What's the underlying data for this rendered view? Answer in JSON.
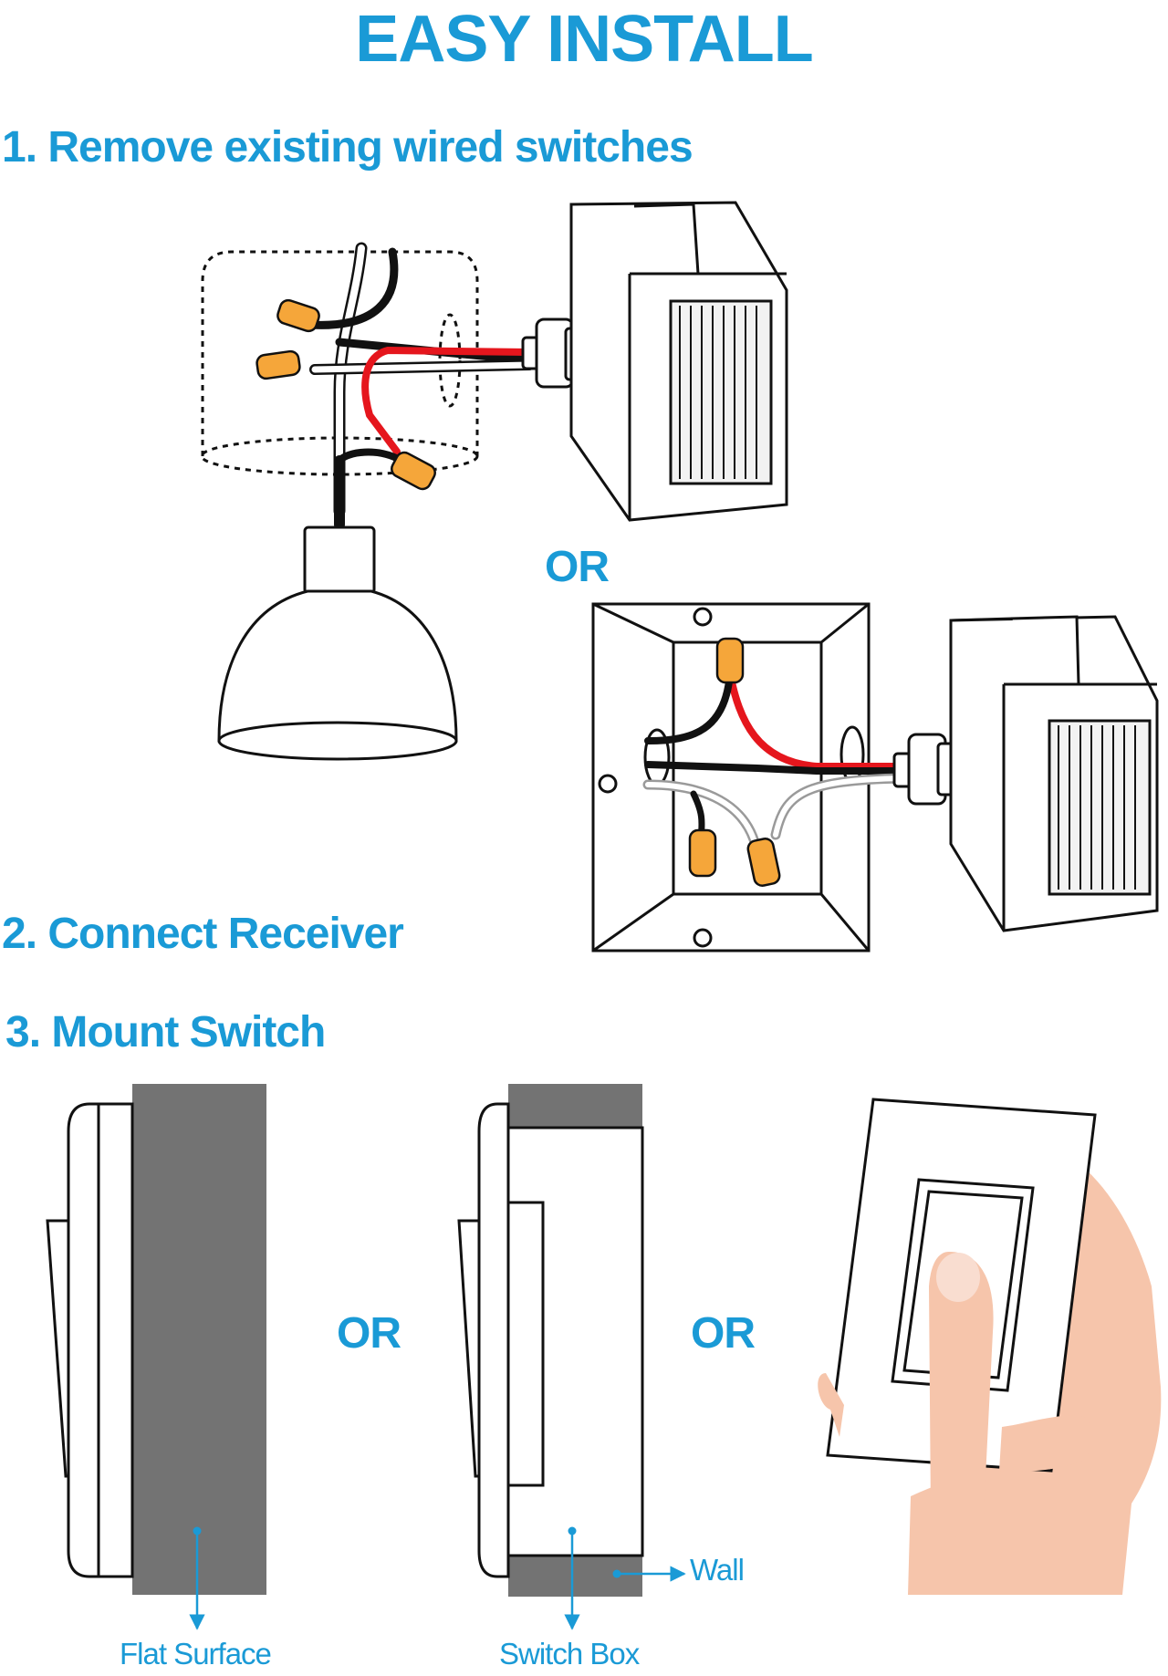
{
  "title": "EASY INSTALL",
  "steps": {
    "step1": "1. Remove existing wired switches",
    "step2": "2. Connect Receiver",
    "step3": "3. Mount Switch"
  },
  "or_label": "OR",
  "mount_labels": {
    "flat_surface": "Flat Surface",
    "switch_box": "Switch Box",
    "wall": "Wall"
  },
  "colors": {
    "accent": "#1a9ad6",
    "wire_red": "#e5161d",
    "wire_black": "#111111",
    "wire_white": "#ffffff",
    "wire_nut": "#f5a63a",
    "wall_gray": "#737373",
    "skin": "#f6c5ab"
  }
}
